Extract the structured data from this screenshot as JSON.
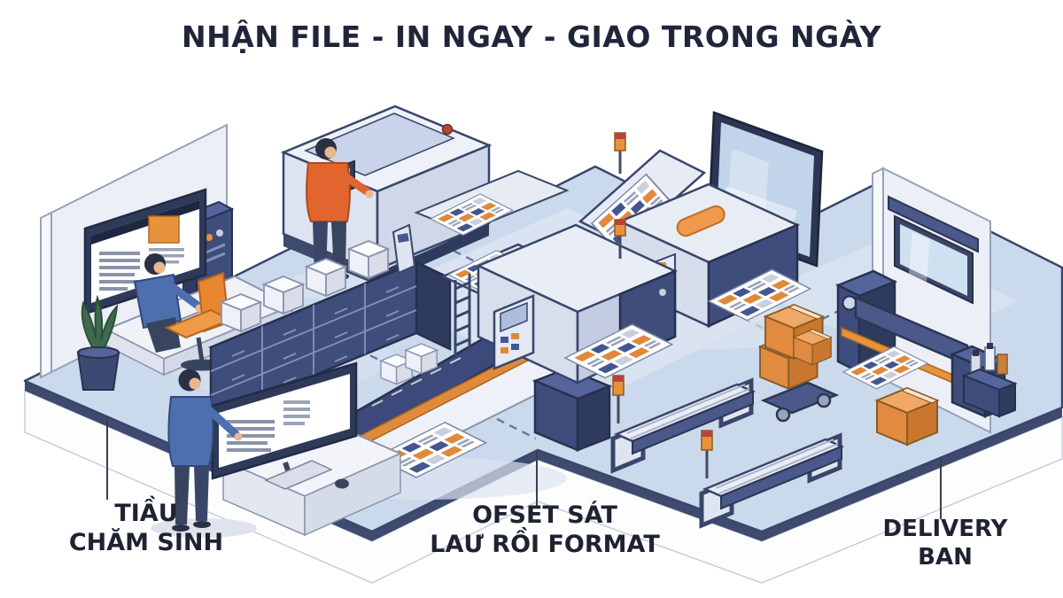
{
  "title": "NHẬN FILE - IN NGAY - GIAO TRONG NGÀY",
  "labels": {
    "left": {
      "line1": "TIẦU",
      "line2": "CHĂM SINH"
    },
    "center": {
      "line1": "OFSET SÁT",
      "line2": "LAƯ RỒI FORMAT"
    },
    "right": {
      "line1": "DELIVERY",
      "line2": "BAN"
    }
  },
  "scene": {
    "description": "Isometric print-shop workflow illustration on a raised blue platform with dashed zone dividers and three leader-line callouts",
    "elements": [
      "left-wall",
      "design-monitor",
      "designer-seated",
      "office-chair",
      "potted-plant",
      "server-tower",
      "digital-press",
      "press-operator",
      "drawer-cabinet",
      "supply-cartons",
      "center-offset-press",
      "press-ladder",
      "wall-display",
      "right-offset-press",
      "right-wall-window",
      "laminator",
      "supplies-bin",
      "cardboard-box",
      "hand-truck-boxes",
      "conveyor-table-1",
      "conveyor-table-2",
      "guillotine-cutter",
      "standing-workstation",
      "standing-operator",
      "printed-sheets",
      "warning-beacons"
    ],
    "palette": {
      "background": "#ffffff",
      "title_text": "#20263a",
      "label_text": "#1d2330",
      "floor": "#cbd9ec",
      "floor_patch": "#d9e3f2",
      "floor_edge_band": "#3e4a6e",
      "outline": "#39466b",
      "machine_light": "#e9edf6",
      "machine_mid": "#d6ddeb",
      "navy": "#3f4d7d",
      "navy_mid": "#55659b",
      "navy_dark": "#2f3b5e",
      "accent_orange": "#e8923c",
      "carton_orange": "#eda45f",
      "screen_glass": "#c2d4ea",
      "paper": "#ffffff",
      "person_shirt_blue": "#4e6fae",
      "person_sweater_orange": "#e2652f",
      "chair_orange": "#e8862f",
      "plant_green": "#3e6b4f"
    }
  }
}
